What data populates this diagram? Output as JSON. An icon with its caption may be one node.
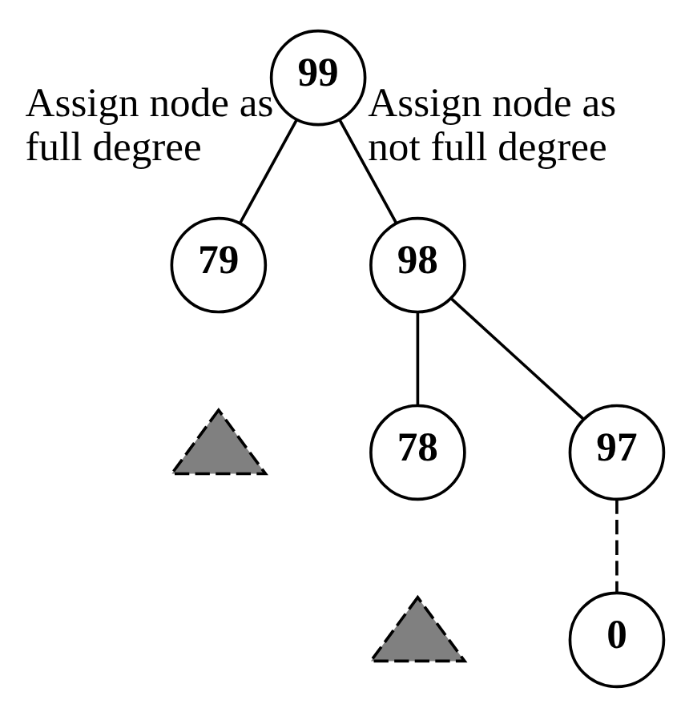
{
  "diagram": {
    "nodes": [
      {
        "text": [
          "99"
        ]
      },
      {
        "text": [
          "79"
        ]
      },
      {
        "text": [
          "98"
        ]
      },
      {
        "text": [],
        "shape": "triangle"
      },
      {
        "text": [
          "78"
        ]
      },
      {
        "text": [
          "97"
        ]
      },
      {
        "text": [],
        "shape": "triangle"
      },
      {
        "text": [
          "0"
        ]
      }
    ],
    "edges": [
      {
        "from": 0,
        "to": 1,
        "arrow": "none",
        "label": "Assign node as full degree"
      },
      {
        "from": 0,
        "to": 2,
        "arrow": "none",
        "label": "Assign node as not full degree"
      },
      {
        "from": 2,
        "to": 4,
        "arrow": "none"
      },
      {
        "from": 2,
        "to": 5,
        "arrow": "none"
      },
      {
        "from": 5,
        "to": 7,
        "arrow": "none",
        "style": "dashed"
      }
    ]
  }
}
